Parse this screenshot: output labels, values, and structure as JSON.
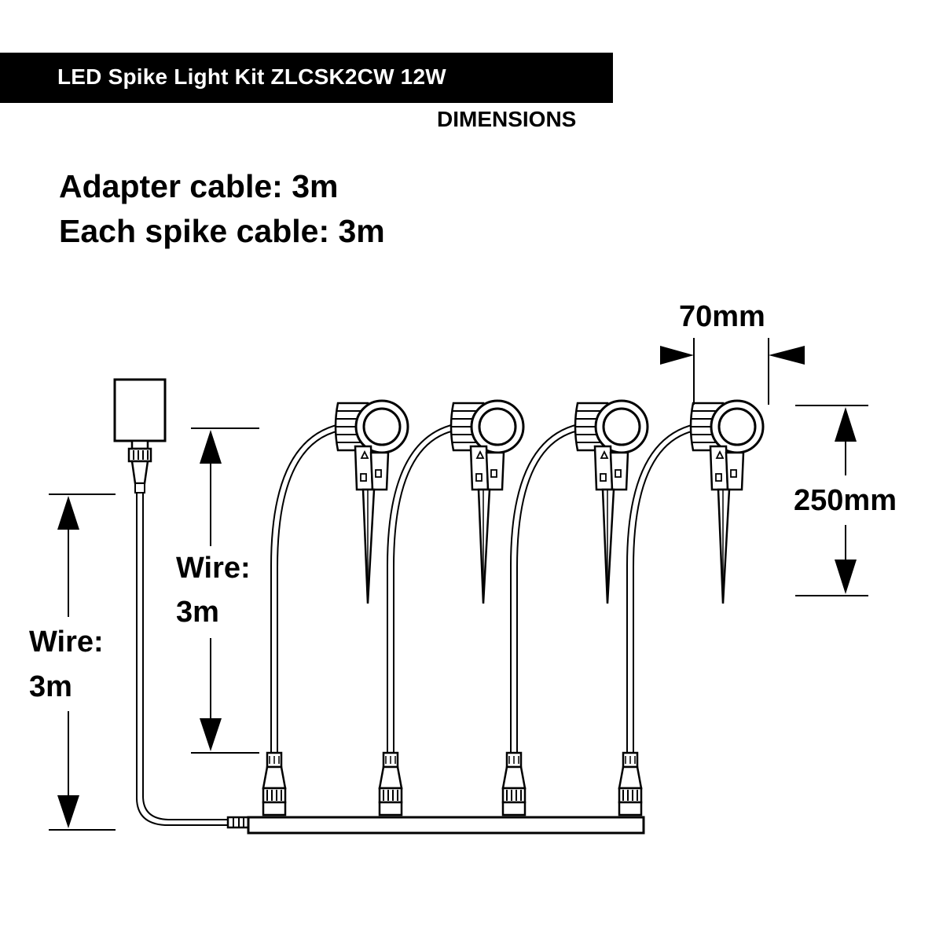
{
  "header": {
    "title": "LED Spike Light Kit ZLCSK2CW 12W",
    "subtitle": "DIMENSIONS"
  },
  "specs": [
    "Adapter cable: 3m",
    "Each spike cable: 3m"
  ],
  "dimensions": {
    "head_width": "70mm",
    "spike_height": "250mm",
    "adapter_wire_label": "Wire:",
    "adapter_wire_value": "3m",
    "spike_wire_label": "Wire:",
    "spike_wire_value": "3m"
  },
  "colors": {
    "header_background": "#000000",
    "header_text": "#ffffff",
    "line": "#000000",
    "background": "#ffffff"
  }
}
